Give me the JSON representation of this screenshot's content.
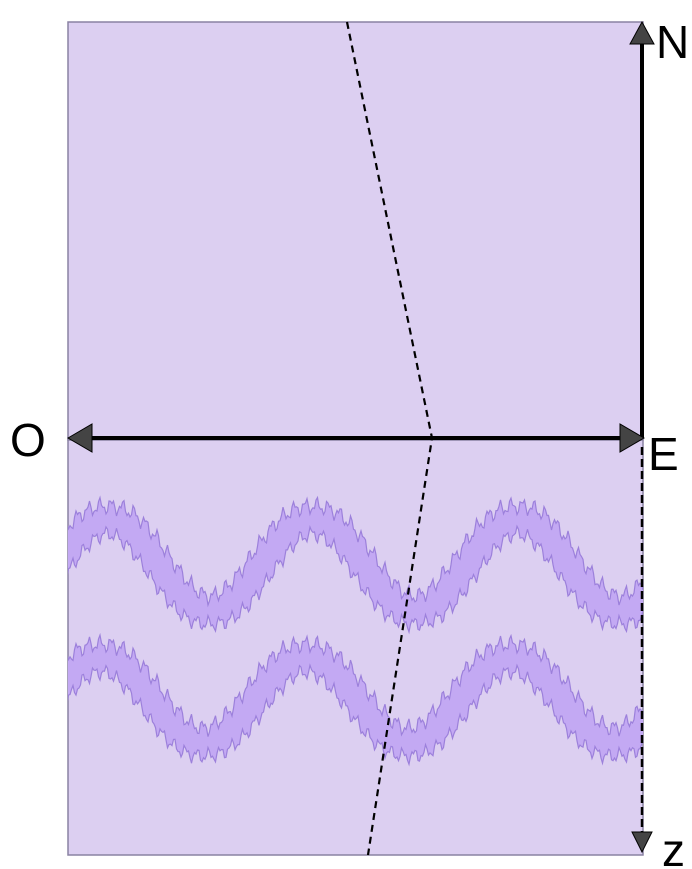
{
  "labels": {
    "north": "N",
    "west": "O",
    "east": "E",
    "depth": "z"
  },
  "colors": {
    "panel_fill": "#dccff1",
    "panel_border": "#8a82a3",
    "wave_fill": "#c3a9f3",
    "wave_stroke": "#9c80db",
    "axis": "#000000",
    "fault_line": "#000000"
  }
}
